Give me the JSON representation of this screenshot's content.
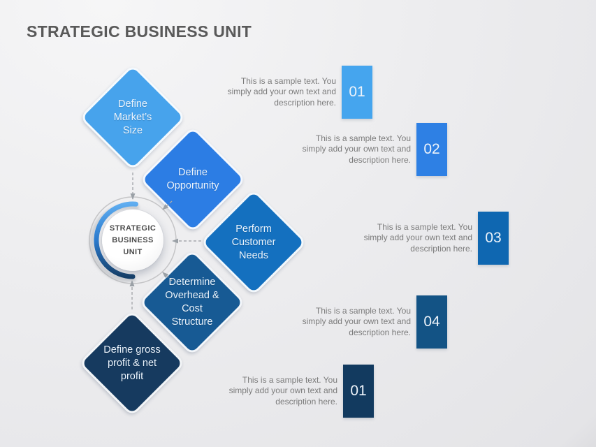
{
  "title": "STRATEGIC BUSINESS UNIT",
  "colors": {
    "background": "#ececee",
    "title_text": "#595959",
    "body_text": "#7b7b7b",
    "diamond_text": "#eaf3fc",
    "hub_ring": "#c5c5c7",
    "arc_gradient_top": "#5fadf0",
    "arc_gradient_mid": "#2b7cd0",
    "arc_gradient_bottom": "#123e69",
    "arrow": "#9aa0a6"
  },
  "hub": {
    "label": "STRATEGIC BUSINESS UNIT",
    "lines": [
      "STRATEGIC",
      "BUSINESS",
      "UNIT"
    ]
  },
  "diamonds": [
    {
      "label": "Define Market’s Size",
      "lines": [
        "Define",
        "Market’s",
        "Size"
      ],
      "color": "#47a3ec"
    },
    {
      "label": "Define Opportunity",
      "lines": [
        "Define",
        "Opportunity"
      ],
      "color": "#2c7de4"
    },
    {
      "label": "Perform Customer Needs",
      "lines": [
        "Perform",
        "Customer",
        "Needs"
      ],
      "color": "#1470bf"
    },
    {
      "label": "Determine Overhead & Cost Structure",
      "lines": [
        "Determine",
        "Overhead &",
        "Cost",
        "Structure"
      ],
      "color": "#175a94"
    },
    {
      "label": "Define gross profit & net profit",
      "lines": [
        "Define gross",
        "profit & net",
        "profit"
      ],
      "color": "#163a5f"
    }
  ],
  "callouts": [
    {
      "number": "01",
      "color": "#45a5ee",
      "lines": [
        "This is a sample text. You",
        "simply add your own text and",
        "description here."
      ]
    },
    {
      "number": "02",
      "color": "#2e80e4",
      "lines": [
        "This is a sample text. You",
        "simply add your own text and",
        "description here."
      ]
    },
    {
      "number": "03",
      "color": "#0f67b1",
      "lines": [
        "This is a sample text. You",
        "simply add your own text and",
        "description here."
      ]
    },
    {
      "number": "04",
      "color": "#135385",
      "lines": [
        "This is a sample text. You",
        "simply add your own text and",
        "description here."
      ]
    },
    {
      "number": "01",
      "color": "#123a5f",
      "lines": [
        "This is a sample text. You",
        "simply add your own text and",
        "description here."
      ]
    }
  ]
}
